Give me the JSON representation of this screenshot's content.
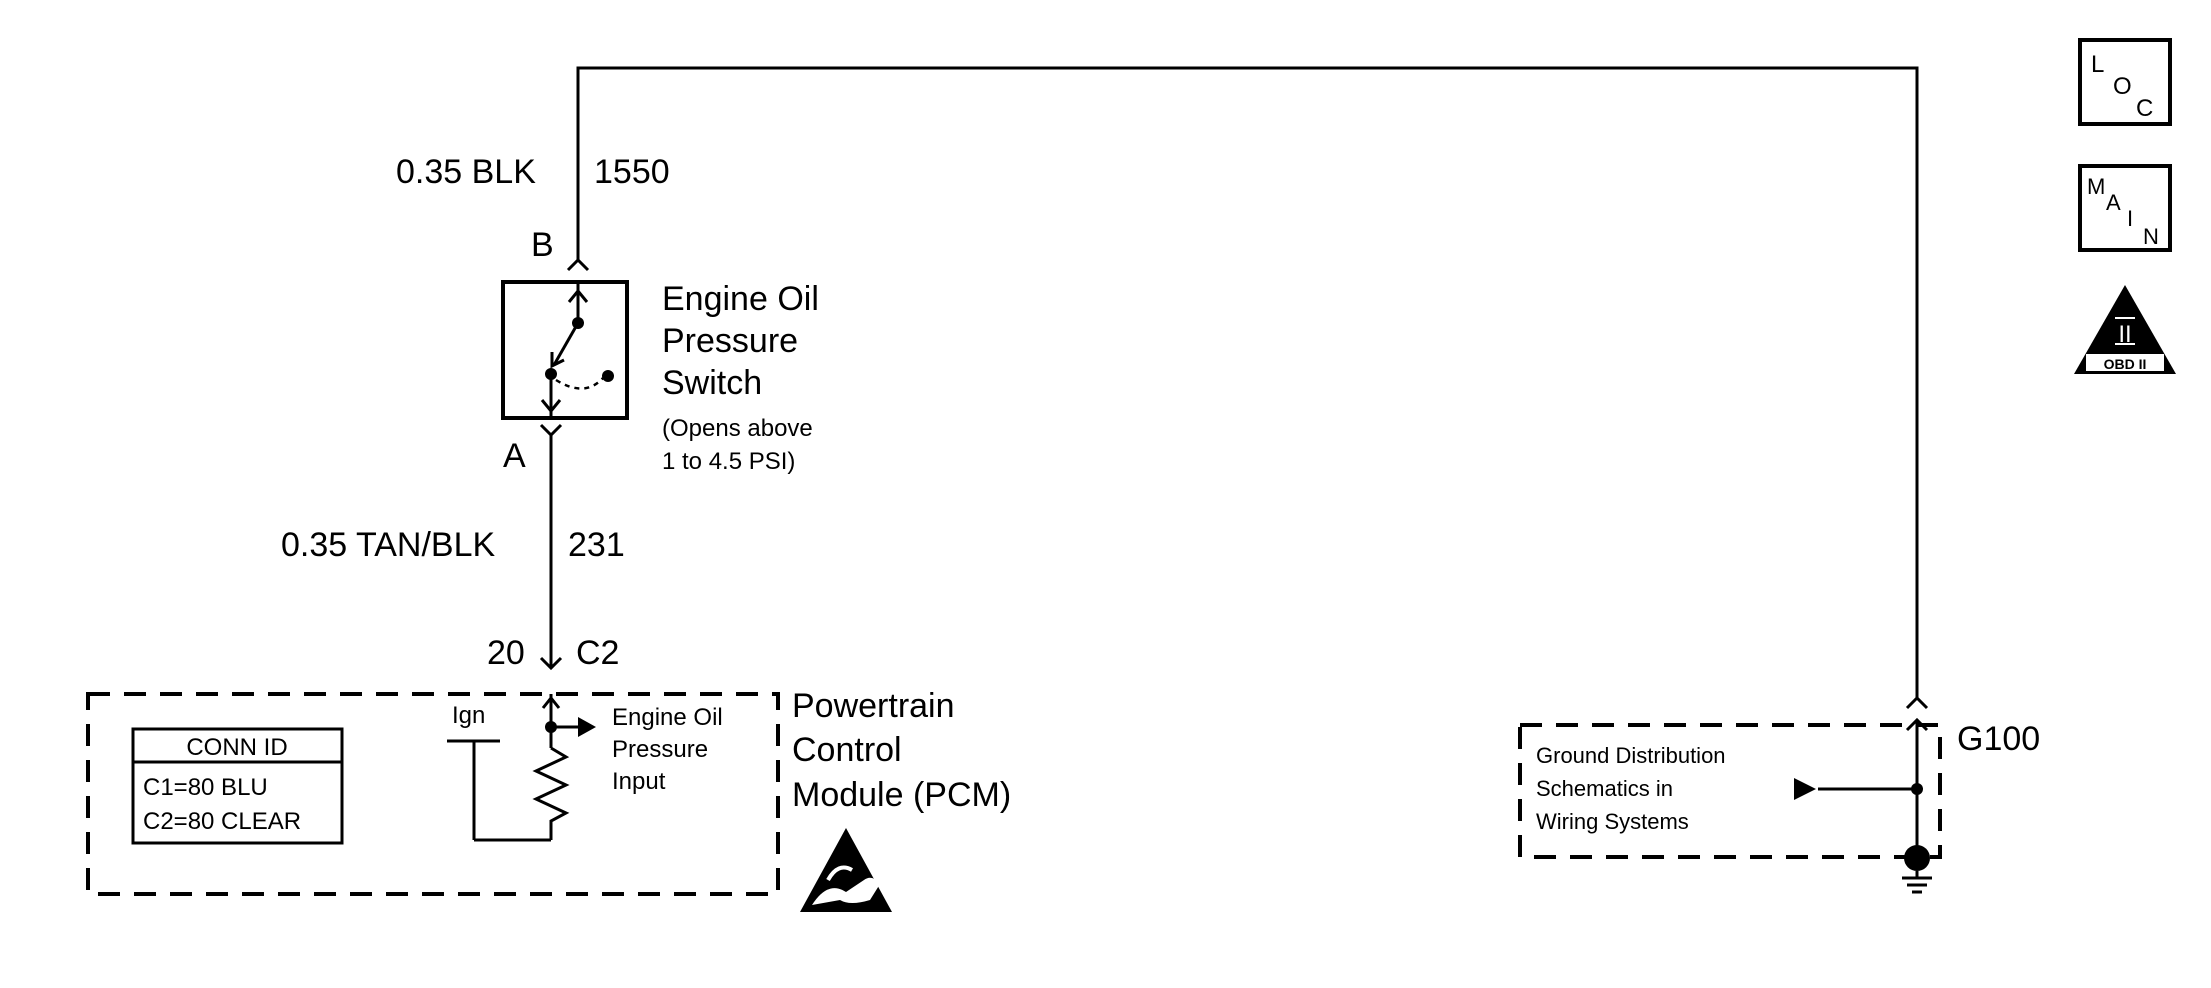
{
  "wires": {
    "top_wire": {
      "gauge_color": "0.35 BLK",
      "circuit": "1550"
    },
    "switch_wire": {
      "gauge_color": "0.35 TAN/BLK",
      "circuit": "231"
    }
  },
  "oil_switch": {
    "terminal_top": "B",
    "terminal_bottom": "A",
    "name_line1": "Engine Oil",
    "name_line2": "Pressure",
    "name_line3": "Switch",
    "note_line1": "(Opens above",
    "note_line2": "1 to 4.5 PSI)"
  },
  "pcm": {
    "pin": "20",
    "connector": "C2",
    "name_line1": "Powertrain",
    "name_line2": "Control",
    "name_line3": "Module (PCM)",
    "ign_label": "Ign",
    "input_line1": "Engine Oil",
    "input_line2": "Pressure",
    "input_line3": "Input",
    "conn_id": {
      "title": "CONN ID",
      "row1": "C1=80 BLU",
      "row2": "C2=80 CLEAR"
    }
  },
  "ground": {
    "id": "G100",
    "ref_line1": "Ground Distribution",
    "ref_line2": "Schematics in",
    "ref_line3": "Wiring Systems"
  },
  "badges": {
    "loc": {
      "l": "L",
      "o": "O",
      "c": "C"
    },
    "main": {
      "m": "M",
      "a": "A",
      "i": "I",
      "n": "N"
    },
    "obd": {
      "numeral": "II",
      "label": "OBD II"
    }
  }
}
